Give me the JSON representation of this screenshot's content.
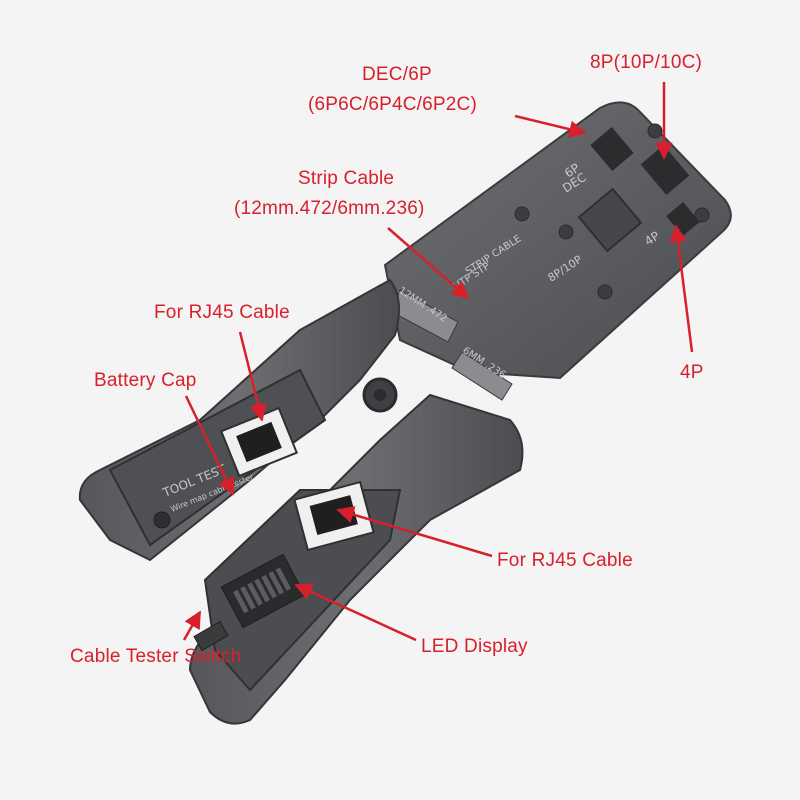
{
  "callouts": {
    "dec_6p": {
      "line1": "DEC/6P",
      "line2": "(6P6C/6P4C/6P2C)"
    },
    "p8": "8P(10P/10C)",
    "strip_cable": {
      "line1": "Strip Cable",
      "line2": "(12mm.472/6mm.236)"
    },
    "rj45_top": "For RJ45 Cable",
    "battery_cap": "Battery Cap",
    "p4": "4P",
    "rj45_bottom": "For RJ45 Cable",
    "led_display": "LED Display",
    "tester_switch": "Cable Tester Switch"
  },
  "tool_markings": {
    "p6": "6P",
    "dec": "DEC",
    "p8_10p": "8P/10P",
    "p4": "4P",
    "strip": "STRIP CABLE",
    "utp_stp": "UTP  STP",
    "mm12": "12MM .472",
    "mm6": "6MM .236",
    "tool_test": "TOOL TEST",
    "wire_map": "Wire map cable tester"
  },
  "colors": {
    "callout_red": "#d8202c",
    "tool_gray": "#5b5d60",
    "background": "#f4f4f4"
  }
}
